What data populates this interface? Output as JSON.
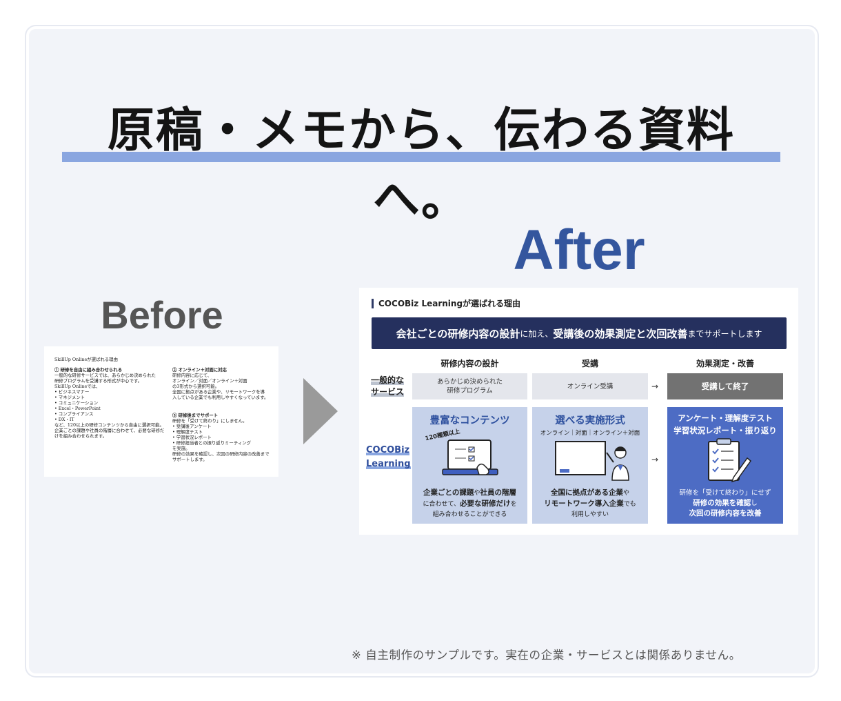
{
  "headline": "原稿・メモから、伝わる資料へ。",
  "label_before": "Before",
  "label_after": "After",
  "before_doc": {
    "title": "SkillUp Onlineが選ばれる理由",
    "left_col": [
      "① 研修を自由に組み合わせられる",
      "一般的な研修サービスでは、あらかじめ決められた",
      "研修プログラムを受講する形式が中心です。",
      "SkillUp Onlineでは、",
      "• ビジネスマナー",
      "• マネジメント",
      "• コミュニケーション",
      "• Excel・PowerPoint",
      "• コンプライアンス",
      "• DX・IT",
      "など、120以上の研修コンテンツから自由に選択可能。",
      "企業ごとの課題や社員の階層に合わせて、必要な研修だ",
      "けを組み合わせられます。"
    ],
    "right_col_1": [
      "② オンライン＋対面に対応",
      "研修内容に応じて、",
      "オンライン／対面／オンライン＋対面",
      "の3形式から選択可能。",
      "全国に拠点がある企業や、リモートワークを導",
      "入している企業でも利用しやすくなっています。"
    ],
    "right_col_2": [
      "③ 研修後までサポート",
      "研修を「受けて終わり」にしません。",
      "• 受講後アンケート",
      "• 理解度テスト",
      "• 学習状況レポート",
      "• 研修担当者との振り返りミーティング",
      "を実施。",
      "研修の効果を確認し、次回の研修内容の改善まで",
      "サポートします。"
    ]
  },
  "after_slide": {
    "title": "COCOBiz Learningが選ばれる理由",
    "banner": {
      "part1": "会社ごとの研修内容の設計",
      "part2": "に加え、",
      "part3": "受講後の効果測定と次回改善",
      "part4": "までサポートします"
    },
    "columns": [
      "研修内容の設計",
      "受講",
      "効果測定・改善"
    ],
    "row1_label_a": "一般的な",
    "row1_label_b": "サービス",
    "row2_label_a": "COCOBiz",
    "row2_label_b": "Learning",
    "row1_cells": [
      "あらかじめ決められた\n研修プログラム",
      "オンライン受講",
      "受講して終了"
    ],
    "arrow": "→",
    "panel1": {
      "title": "豊富なコンテンツ",
      "badge": "120種類以上",
      "text_1a": "企業ごとの課題",
      "text_1b": "や",
      "text_1c": "社員の階層",
      "text_2a": "に合わせて、",
      "text_2b": "必要な研修だけ",
      "text_2c": "を",
      "text_3": "組み合わせることができる"
    },
    "panel2": {
      "title": "選べる実施形式",
      "sub": "オンライン｜対面｜オンライン＋対面",
      "text_1a": "全国に拠点がある企業",
      "text_1b": "や",
      "text_2a": "リモートワーク導入企業",
      "text_2b": "でも",
      "text_3": "利用しやすい"
    },
    "panel3": {
      "title_1": "アンケート・理解度テスト",
      "title_2": "学習状況レポート・振り返り",
      "text_1": "研修を「受けて終わり」にせず",
      "text_2a": "研修の効果を確認",
      "text_2b": "し",
      "text_3": "次回の研修内容を改善"
    }
  },
  "footnote": "※ 自主制作のサンプルです。実在の企業・サービスとは関係ありません。",
  "colors": {
    "navy": "#25305e",
    "accent_blue": "#34569e",
    "underline_blue": "#8aa6e0",
    "panel_light": "#c6d2ea",
    "panel_blue": "#4d6cc4"
  }
}
